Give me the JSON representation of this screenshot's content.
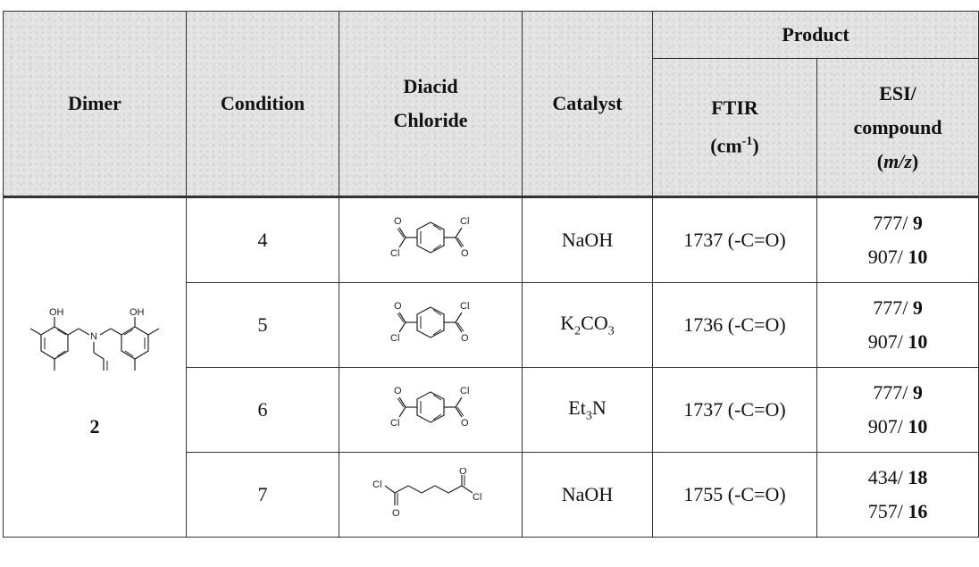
{
  "headers": {
    "dimer": "Dimer",
    "condition": "Condition",
    "diacid_line1": "Diacid",
    "diacid_line2": "Chloride",
    "catalyst": "Catalyst",
    "product": "Product",
    "ftir_line1": "FTIR",
    "ftir_unit_base": "(cm",
    "ftir_unit_sup": "-1",
    "ftir_unit_close": ")",
    "esi_line1": "ESI/",
    "esi_line2": "compound",
    "esi_line3_open": "(",
    "esi_line3_it": "m/z",
    "esi_line3_close": ")"
  },
  "dimer": {
    "label": "2",
    "structure_atoms": [
      "OH",
      "OH",
      "N"
    ]
  },
  "rows": [
    {
      "condition": "4",
      "diacid_atoms": [
        "O",
        "Cl",
        "Cl",
        "O"
      ],
      "catalyst_html_parts": [
        "NaOH"
      ],
      "ftir": "1737 (-C=O)",
      "esi": [
        {
          "mz": "777/ ",
          "cmpd": "9"
        },
        {
          "mz": "907/ ",
          "cmpd": "10"
        }
      ]
    },
    {
      "condition": "5",
      "diacid_atoms": [
        "O",
        "Cl",
        "Cl",
        "O"
      ],
      "catalyst_base": "K",
      "catalyst_sub1": "2",
      "catalyst_mid": "CO",
      "catalyst_sub2": "3",
      "ftir": "1736 (-C=O)",
      "esi": [
        {
          "mz": "777/ ",
          "cmpd": "9"
        },
        {
          "mz": "907/ ",
          "cmpd": "10"
        }
      ]
    },
    {
      "condition": "6",
      "diacid_atoms": [
        "O",
        "Cl",
        "Cl",
        "O"
      ],
      "catalyst_base": "Et",
      "catalyst_sub1": "3",
      "catalyst_mid": "N",
      "ftir": "1737 (-C=O)",
      "esi": [
        {
          "mz": "777/ ",
          "cmpd": "9"
        },
        {
          "mz": "907/ ",
          "cmpd": "10"
        }
      ]
    },
    {
      "condition": "7",
      "diacid_atoms": [
        "Cl",
        "O",
        "O",
        "Cl"
      ],
      "catalyst": "NaOH",
      "ftir": "1755 (-C=O)",
      "esi": [
        {
          "mz": "434/ ",
          "cmpd": "18"
        },
        {
          "mz": "757/ ",
          "cmpd": "16"
        }
      ]
    }
  ],
  "row1_catalyst": "NaOH"
}
